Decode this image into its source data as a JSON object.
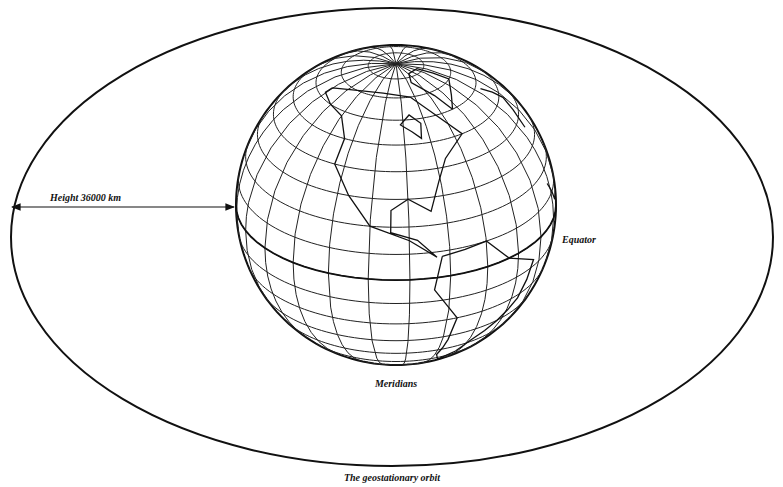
{
  "diagram": {
    "caption": "The geostationary orbit",
    "labels": [
      "Height 36000 km",
      "Equator",
      "Meridians"
    ]
  }
}
